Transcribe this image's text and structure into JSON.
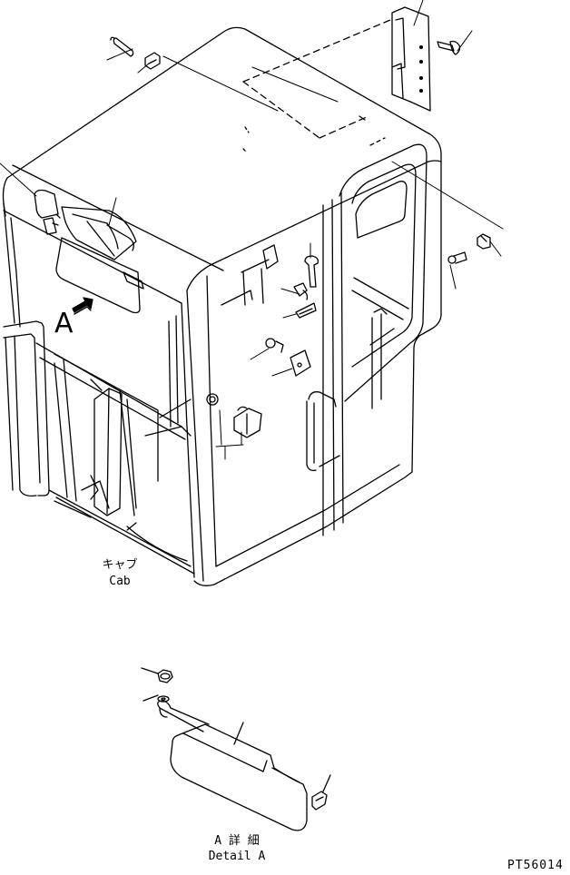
{
  "diagram": {
    "view_label": "A",
    "cab_label_jp": "キャブ",
    "cab_label_en": "Cab",
    "detail_label_jp": "A 詳 細",
    "detail_label_en": "Detail A",
    "drawing_code": "PT56014"
  }
}
